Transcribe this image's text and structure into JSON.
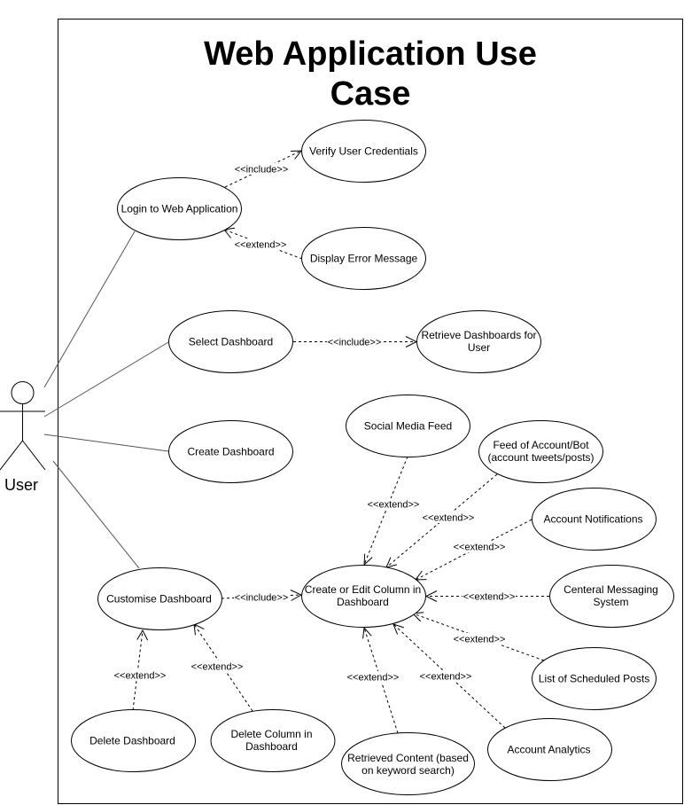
{
  "title_lines": [
    "Web Application Use",
    "Case"
  ],
  "actor": {
    "label": "User"
  },
  "use_cases": {
    "login": [
      "Login to Web Application"
    ],
    "verify": [
      "Verify User Credentials"
    ],
    "error": [
      "Display Error Message"
    ],
    "select": [
      "Select Dashboard"
    ],
    "retrieve_dash": [
      "Retrieve Dashboards for",
      "User"
    ],
    "create": [
      "Create Dashboard"
    ],
    "social": [
      "Social Media Feed"
    ],
    "feed": [
      "Feed of Account/Bot",
      "(account tweets/posts)"
    ],
    "notif": [
      "Account Notifications"
    ],
    "central": [
      "Centeral Messaging",
      "System"
    ],
    "sched": [
      "List of Scheduled Posts"
    ],
    "analytics": [
      "Account Analytics"
    ],
    "retrieved": [
      "Retrieved Content (based",
      "on keyword search)"
    ],
    "edit_col": [
      "Create or Edit Column in",
      "Dashboard"
    ],
    "customise": [
      "Customise Dashboard"
    ],
    "del_dash": [
      "Delete Dashboard"
    ],
    "del_col": [
      "Delete Column in",
      "Dashboard"
    ]
  },
  "relations": [
    {
      "id": "login-verify",
      "label": "<<include>>"
    },
    {
      "id": "error-login",
      "label": "<<extend>>"
    },
    {
      "id": "select-retrieve",
      "label": "<<include>>"
    },
    {
      "id": "social-edit",
      "label": "<<extend>>"
    },
    {
      "id": "feed-edit",
      "label": "<<extend>>"
    },
    {
      "id": "notif-edit",
      "label": "<<extend>>"
    },
    {
      "id": "central-edit",
      "label": "<<extend>>"
    },
    {
      "id": "sched-edit",
      "label": "<<extend>>"
    },
    {
      "id": "analytics-edit",
      "label": "<<extend>>"
    },
    {
      "id": "retrieved-edit",
      "label": "<<extend>>"
    },
    {
      "id": "customise-edit",
      "label": "<<include>>"
    },
    {
      "id": "deldash-customise",
      "label": "<<extend>>"
    },
    {
      "id": "delcol-customise",
      "label": "<<extend>>"
    }
  ],
  "colors": {
    "stroke": "#000000",
    "association": "#555555",
    "background": "#ffffff"
  }
}
